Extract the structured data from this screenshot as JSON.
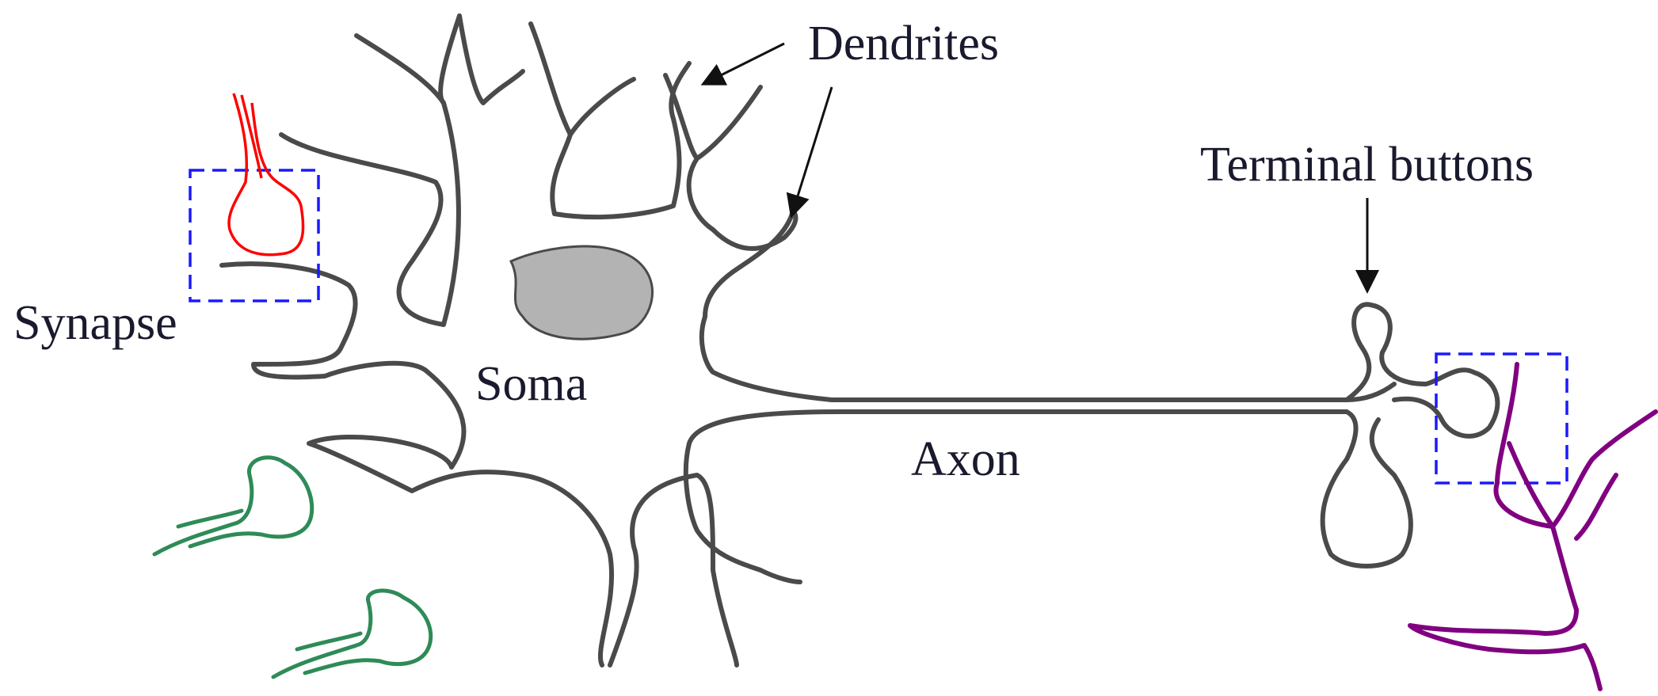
{
  "labels": {
    "dendrites": "Dendrites",
    "terminal_buttons": "Terminal buttons",
    "synapse": "Synapse",
    "soma": "Soma",
    "axon": "Axon"
  },
  "colors": {
    "neuron_outline": "#4a4a4a",
    "nucleus_fill": "#b3b3b3",
    "synapse_box": "#1a1aff",
    "presynaptic_red": "#ff0000",
    "presynaptic_green": "#2e8b57",
    "postsynaptic_purple": "#800080"
  }
}
